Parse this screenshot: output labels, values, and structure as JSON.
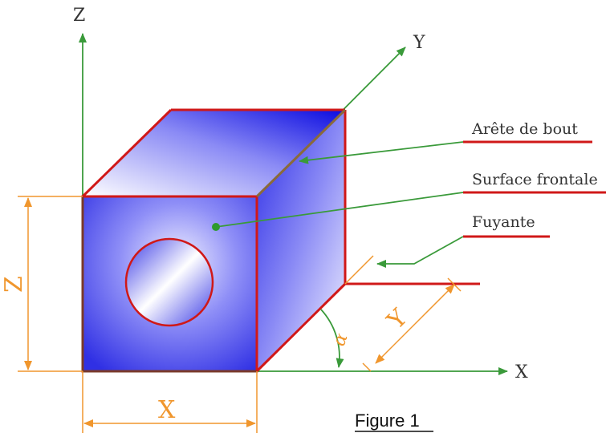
{
  "axes": {
    "x_label": "X",
    "y_label": "Y",
    "z_label": "Z"
  },
  "dimensions": {
    "x": "X",
    "y": "Y",
    "z": "Z",
    "angle": "α"
  },
  "callouts": [
    {
      "label": "Arête de bout"
    },
    {
      "label": "Surface frontale"
    },
    {
      "label": "Fuyante"
    }
  ],
  "caption": "Figure 1",
  "colors": {
    "axis": "#3a9a3a",
    "edge": "#d01818",
    "dimension": "#f0962d",
    "face_dark": "#1f1fe6",
    "face_light": "#ffffff",
    "outline": "#7a5a3a"
  }
}
